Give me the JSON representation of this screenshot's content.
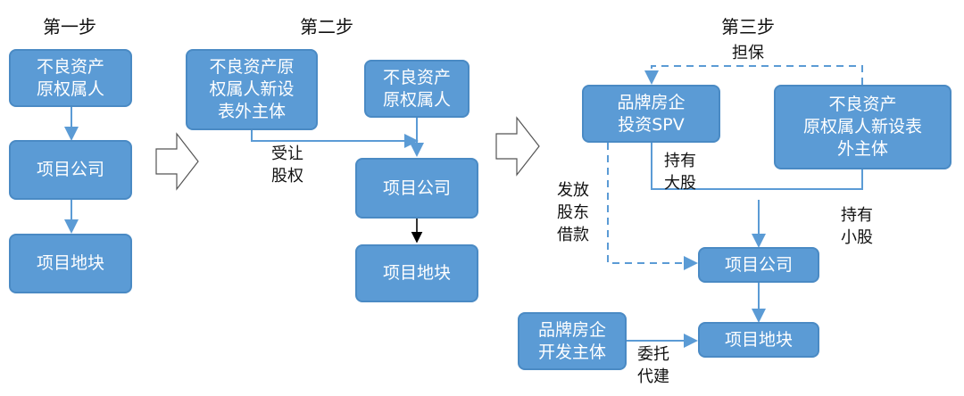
{
  "steps": {
    "s1": "第一步",
    "s2": "第二步",
    "s3": "第三步"
  },
  "step1": {
    "asset_owner": "不良资产\n原权属人",
    "project_company": "项目公司",
    "land_plot": "项目地块"
  },
  "step2": {
    "new_entity": "不良资产原\n权属人新设\n表外主体",
    "asset_owner": "不良资产\n原权属人",
    "project_company": "项目公司",
    "land_plot": "项目地块",
    "transfer_label": "受让\n股权"
  },
  "step3": {
    "spv": "品牌房企\n投资SPV",
    "new_entity": "不良资产\n原权属人新设表\n外主体",
    "project_company": "项目公司",
    "land_plot": "项目地块",
    "developer": "品牌房企\n开发主体",
    "guarantee_label": "担保",
    "major_label": "持有\n大股",
    "minor_label": "持有\n小股",
    "loan_label": "发放\n股东\n借款",
    "entrust_label": "委托\n代建"
  },
  "colors": {
    "box_fill": "#5b9bd5",
    "box_border": "#4a8ac4",
    "line": "#5b9bd5",
    "text_on_box": "#ffffff"
  }
}
